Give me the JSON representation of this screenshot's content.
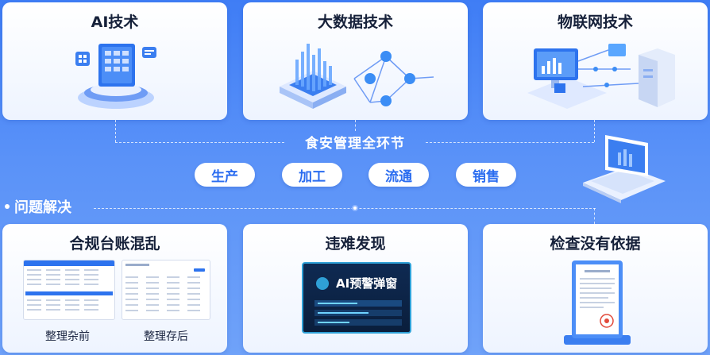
{
  "top_cards": [
    {
      "title": "AI技术",
      "icon": "ai-chip-icon"
    },
    {
      "title": "大数据技术",
      "icon": "bigdata-network-icon"
    },
    {
      "title": "物联网技术",
      "icon": "iot-devices-icon"
    }
  ],
  "center_label": "食安管理全环节",
  "process_steps": [
    "生产",
    "加工",
    "流通",
    "销售"
  ],
  "problem_label": "问题解决",
  "bottom_cards": [
    {
      "title": "合规台账混乱",
      "captions": [
        "整理杂前",
        "整理存后"
      ]
    },
    {
      "title": "违难发现",
      "alert_text": "AI预警弹窗"
    },
    {
      "title": "检查没有依据",
      "icon": "certificate-document-icon"
    }
  ],
  "colors": {
    "accent": "#2a6cf0",
    "background": "#4a86f6",
    "alert_border": "#2fa0d6"
  }
}
